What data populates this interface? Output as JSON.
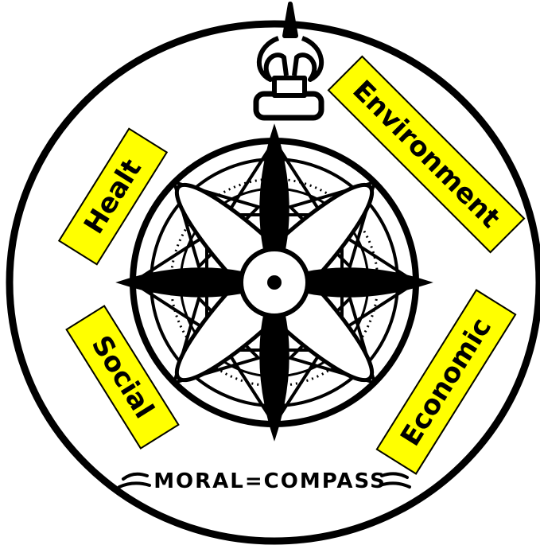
{
  "labels": {
    "environment": "Environment",
    "health": "Healt",
    "social": "Social",
    "economic": "Economic"
  },
  "caption": "MORAL=COMPASS",
  "colors": {
    "label_fill": "#ffff00",
    "ink": "#000000",
    "paper": "#ffffff"
  }
}
